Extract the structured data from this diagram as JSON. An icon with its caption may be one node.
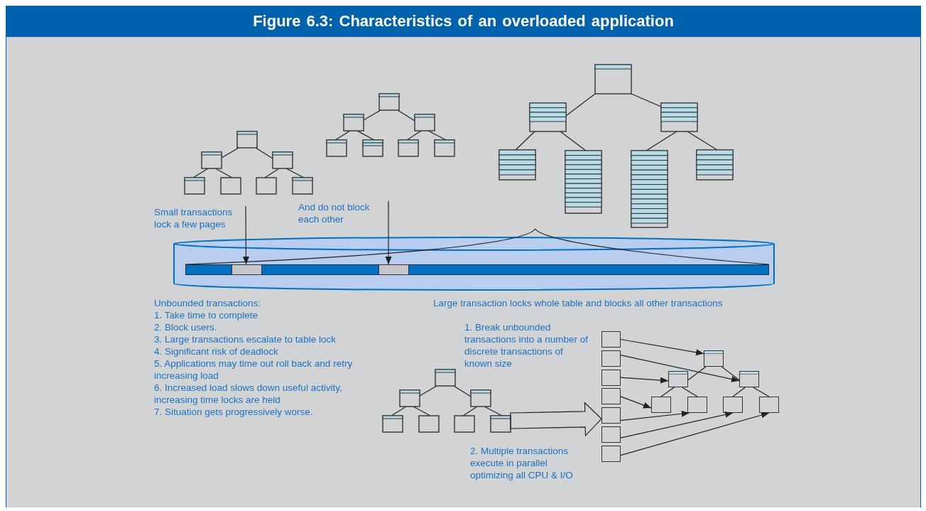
{
  "diagram": {
    "title": "Figure 6.3: Characteristics of an overloaded application",
    "nodes": [
      {
        "text": [
          "Small transactions lock a few pages"
        ]
      },
      {
        "text": [
          "And do not block each other"
        ]
      },
      {
        "text": [],
        "shape": "picture"
      },
      {
        "text": [],
        "shape": "cylinder"
      },
      {
        "text": [],
        "shape": "bar",
        "in": 3
      },
      {
        "text": [],
        "shape": "box",
        "in": 4
      },
      {
        "text": [],
        "shape": "box",
        "in": 4
      },
      {
        "text": [],
        "shape": "picture"
      },
      {
        "text": [],
        "shape": "box"
      },
      {
        "text": [],
        "shape": "box"
      },
      {
        "text": [],
        "shape": "box"
      },
      {
        "text": [],
        "shape": "box"
      },
      {
        "text": [],
        "shape": "box"
      },
      {
        "text": [],
        "shape": "box"
      },
      {
        "text": [],
        "shape": "box"
      },
      {
        "text": [],
        "shape": "box"
      },
      {
        "text": [],
        "shape": "box"
      },
      {
        "text": [],
        "shape": "box"
      },
      {
        "text": [],
        "shape": "box"
      },
      {
        "text": [],
        "shape": "box"
      },
      {
        "text": [],
        "shape": "box"
      },
      {
        "text": [],
        "shape": "box"
      }
    ],
    "edges": [
      {
        "from": 0,
        "to": 5,
        "arrow": "to"
      },
      {
        "from": 1,
        "to": 6,
        "arrow": "to"
      },
      {
        "from": 2,
        "to": 4,
        "arrow": "none"
      },
      {
        "from": 2,
        "to": 4,
        "arrow": "none"
      },
      {
        "from": 7,
        "to": 12,
        "arrow": "to",
        "style": "thick"
      },
      {
        "from": 8,
        "to": 15,
        "arrow": "to"
      },
      {
        "from": 9,
        "to": 17,
        "arrow": "to"
      },
      {
        "from": 10,
        "to": 16,
        "arrow": "to"
      },
      {
        "from": 11,
        "to": 18,
        "arrow": "to"
      },
      {
        "from": 12,
        "to": 19,
        "arrow": "to"
      },
      {
        "from": 13,
        "to": 20,
        "arrow": "to"
      },
      {
        "from": 14,
        "to": 21,
        "arrow": "to"
      },
      {
        "from": 15,
        "to": 16,
        "arrow": "none"
      },
      {
        "from": 15,
        "to": 17,
        "arrow": "none"
      },
      {
        "from": 16,
        "to": 18,
        "arrow": "none"
      },
      {
        "from": 16,
        "to": 19,
        "arrow": "none"
      },
      {
        "from": 17,
        "to": 20,
        "arrow": "none"
      },
      {
        "from": 17,
        "to": 21,
        "arrow": "none"
      }
    ],
    "labels": [
      "Unbounded transactions:",
      "1. Take time to complete",
      "2. Block users.",
      "3. Large transactions escalate to table lock",
      "4. Significant risk of deadlock",
      "5. Applications may time out roll back and retry increasing load",
      "6. Increased load slows down useful activity, increasing time locks are held",
      "7. Situation gets progressively worse.",
      "Large transaction locks whole table and blocks all other transactions",
      "1. Break unbounded transactions into a number of discrete transactions of known size",
      "2. Multiple transactions execute in parallel optimizing all CPU & I/O"
    ]
  }
}
